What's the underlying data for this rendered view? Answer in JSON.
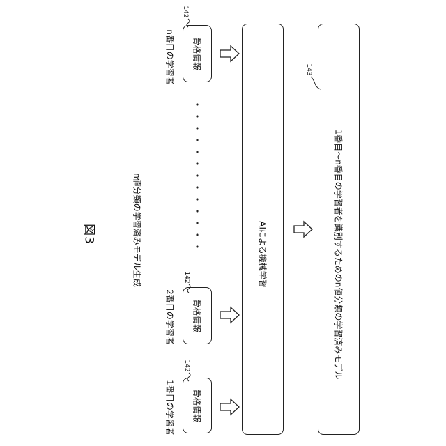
{
  "figure": {
    "title": "図3",
    "subtitle": "n値分類の学習済みモデル生成"
  },
  "learners": [
    {
      "label": "1番目の学習者",
      "box_label": "骨格情報",
      "ref": "142"
    },
    {
      "label": "2番目の学習者",
      "box_label": "骨格情報",
      "ref": "142"
    },
    {
      "label": "n番目の学習者",
      "box_label": "骨格情報",
      "ref": "142"
    }
  ],
  "machine_learning": {
    "label": "AIによる機械学習"
  },
  "model": {
    "label": "1番目～n番目の学習者を識別するためのn値分類の学習済みモデル",
    "ref": "143"
  }
}
